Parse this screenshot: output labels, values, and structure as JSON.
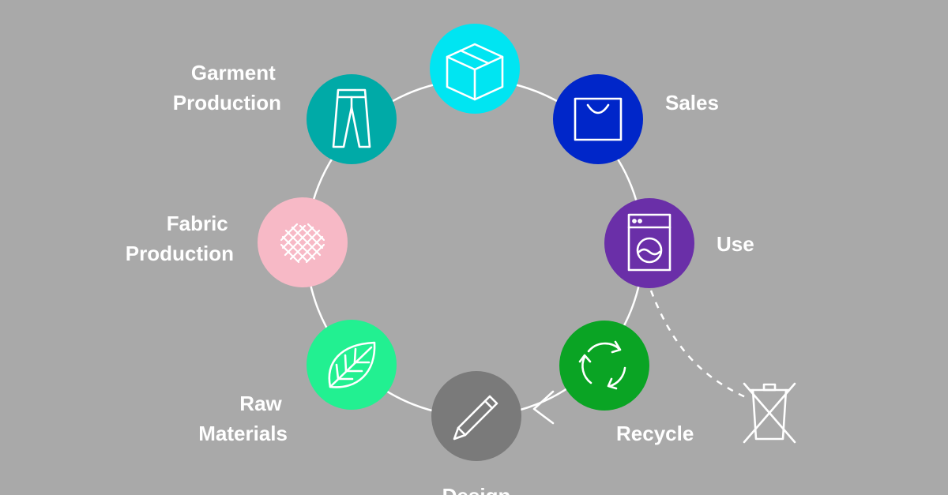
{
  "stages": [
    {
      "id": "packaging",
      "label_lines": [],
      "icon": "box-icon",
      "color": "#00e5f2"
    },
    {
      "id": "sales",
      "label_lines": [
        "Sales"
      ],
      "icon": "shopping-bag-icon",
      "color": "#0026c9"
    },
    {
      "id": "use",
      "label_lines": [
        "Use"
      ],
      "icon": "washing-machine-icon",
      "color": "#6a2fa8"
    },
    {
      "id": "recycle",
      "label_lines": [
        "Recycle"
      ],
      "icon": "recycle-arrows-icon",
      "color": "#0aa424"
    },
    {
      "id": "design",
      "label_lines": [
        "Design"
      ],
      "icon": "pencil-icon",
      "color": "#7a7a7a"
    },
    {
      "id": "raw-materials",
      "label_lines": [
        "Raw",
        "Materials"
      ],
      "icon": "leaf-icon",
      "color": "#22f091"
    },
    {
      "id": "fabric-production",
      "label_lines": [
        "Fabric",
        "Production"
      ],
      "icon": "fabric-weave-icon",
      "color": "#f7b9c6"
    },
    {
      "id": "garment-production",
      "label_lines": [
        "Garment",
        "Production"
      ],
      "icon": "trousers-icon",
      "color": "#00aaa7"
    }
  ],
  "disposal": {
    "icon": "crossed-out-bin-icon"
  },
  "colors": {
    "background": "#a9a9a9",
    "ring": "#ffffff",
    "text": "#ffffff"
  }
}
